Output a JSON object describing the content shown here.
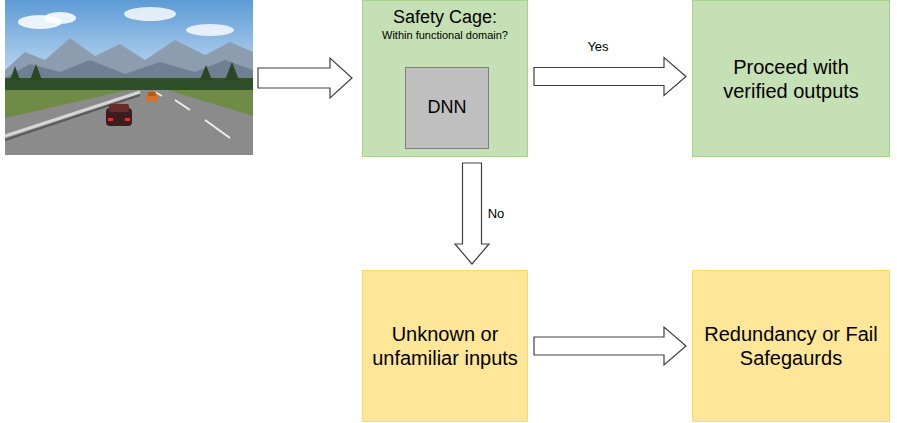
{
  "diagram": {
    "nodes": [
      {
        "text": [
          "Safety Cage:",
          "Within functional domain?"
        ]
      },
      {
        "text": [
          "DNN"
        ],
        "in": 0
      },
      {
        "text": [
          "Proceed with verified outputs"
        ]
      },
      {
        "text": [
          "Unknown or unfamiliar inputs"
        ]
      },
      {
        "text": [
          "Redundancy or Fail Safegaurds"
        ]
      }
    ],
    "edges": [
      {
        "from": 0,
        "to": 2,
        "arrow": "to",
        "label": "Yes"
      },
      {
        "from": 0,
        "to": 3,
        "arrow": "to",
        "label": "No"
      },
      {
        "from": 3,
        "to": 4,
        "arrow": "to"
      }
    ]
  }
}
